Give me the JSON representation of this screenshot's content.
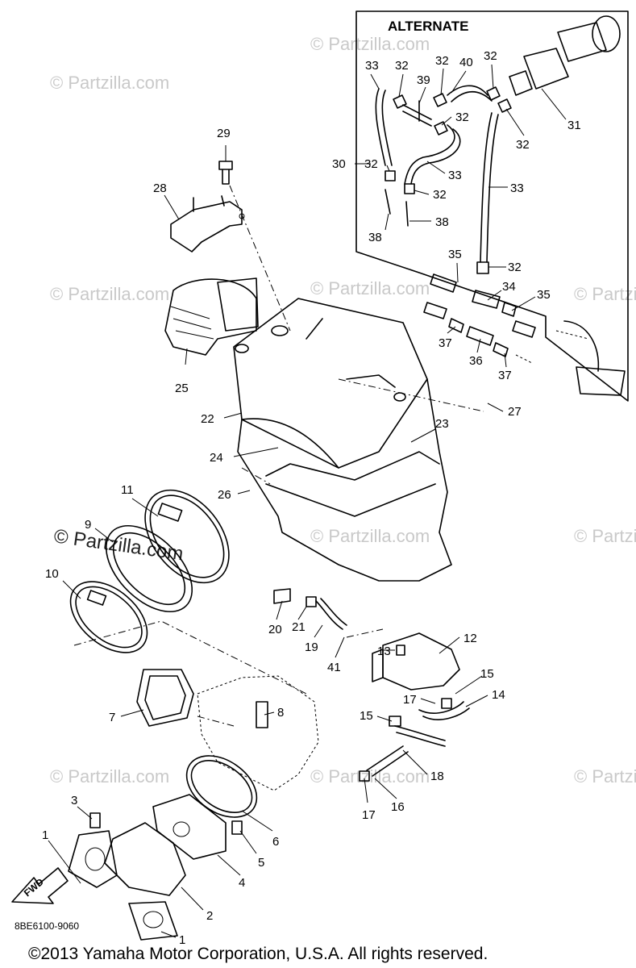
{
  "alternate_label": "ALTERNATE",
  "diagram_code": "8BE6100-9060",
  "copyright": "©2013 Yamaha Motor Corporation, U.S.A. All rights reserved.",
  "watermark": "© Partzilla.com",
  "fwd_label": "FWD",
  "callouts": [
    {
      "id": "c33a",
      "label": "33"
    },
    {
      "id": "c32a",
      "label": "32"
    },
    {
      "id": "c32b",
      "label": "32"
    },
    {
      "id": "c40",
      "label": "40"
    },
    {
      "id": "c32c",
      "label": "32"
    },
    {
      "id": "c39",
      "label": "39"
    },
    {
      "id": "c32d",
      "label": "32"
    },
    {
      "id": "c31",
      "label": "31"
    },
    {
      "id": "c32e",
      "label": "32"
    },
    {
      "id": "c30",
      "label": "30"
    },
    {
      "id": "c32f",
      "label": "32"
    },
    {
      "id": "c33b",
      "label": "33"
    },
    {
      "id": "c33c",
      "label": "33"
    },
    {
      "id": "c32g",
      "label": "32"
    },
    {
      "id": "c38a",
      "label": "38"
    },
    {
      "id": "c38b",
      "label": "38"
    },
    {
      "id": "c32h",
      "label": "32"
    },
    {
      "id": "c35a",
      "label": "35"
    },
    {
      "id": "c34",
      "label": "34"
    },
    {
      "id": "c35b",
      "label": "35"
    },
    {
      "id": "c37a",
      "label": "37"
    },
    {
      "id": "c36",
      "label": "36"
    },
    {
      "id": "c37b",
      "label": "37"
    },
    {
      "id": "c29",
      "label": "29"
    },
    {
      "id": "c28",
      "label": "28"
    },
    {
      "id": "c25",
      "label": "25"
    },
    {
      "id": "c22",
      "label": "22"
    },
    {
      "id": "c27",
      "label": "27"
    },
    {
      "id": "c23",
      "label": "23"
    },
    {
      "id": "c24",
      "label": "24"
    },
    {
      "id": "c26",
      "label": "26"
    },
    {
      "id": "c11",
      "label": "11"
    },
    {
      "id": "c9",
      "label": "9"
    },
    {
      "id": "c10",
      "label": "10"
    },
    {
      "id": "c20",
      "label": "20"
    },
    {
      "id": "c21",
      "label": "21"
    },
    {
      "id": "c19",
      "label": "19"
    },
    {
      "id": "c41",
      "label": "41"
    },
    {
      "id": "c13",
      "label": "13"
    },
    {
      "id": "c12",
      "label": "12"
    },
    {
      "id": "c15a",
      "label": "15"
    },
    {
      "id": "c17a",
      "label": "17"
    },
    {
      "id": "c14",
      "label": "14"
    },
    {
      "id": "c15b",
      "label": "15"
    },
    {
      "id": "c7",
      "label": "7"
    },
    {
      "id": "c8",
      "label": "8"
    },
    {
      "id": "c18",
      "label": "18"
    },
    {
      "id": "c17b",
      "label": "17"
    },
    {
      "id": "c16",
      "label": "16"
    },
    {
      "id": "c3",
      "label": "3"
    },
    {
      "id": "c6",
      "label": "6"
    },
    {
      "id": "c5",
      "label": "5"
    },
    {
      "id": "c1a",
      "label": "1"
    },
    {
      "id": "c4",
      "label": "4"
    },
    {
      "id": "c2",
      "label": "2"
    },
    {
      "id": "c1b",
      "label": "1"
    }
  ]
}
